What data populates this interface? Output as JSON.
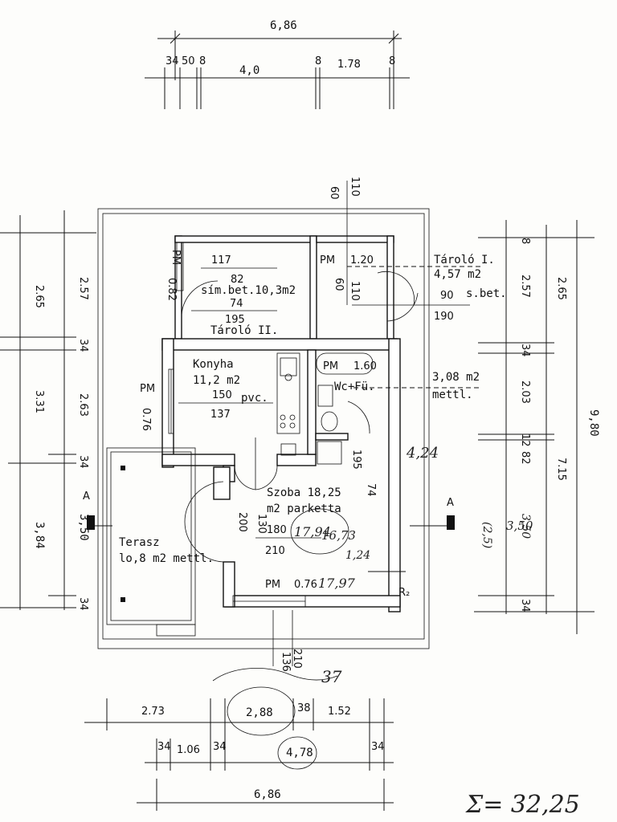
{
  "dims_top": {
    "overall": "6,86",
    "s1": "34",
    "s2": "50",
    "s3": "8",
    "s4": "4,0",
    "s5": "8",
    "s6": "1.78",
    "s7": "8"
  },
  "dims_left": {
    "a1": "2.65",
    "a2": "3.31",
    "a3": "3,84",
    "b1": "2.57",
    "b2": "34",
    "b3": "2.63",
    "b4": "34",
    "b5": "3,50",
    "b6": "34"
  },
  "dims_right": {
    "c1": "8",
    "c2": "2.57",
    "c3": "34",
    "c4": "2.03",
    "c5": "12",
    "c6": "82",
    "c7": "3,50",
    "c8": "34",
    "d1": "2.65",
    "d2": "7.15",
    "d3": "9,80"
  },
  "dims_bottom": {
    "r1a": "2.73",
    "r1b": "2,88",
    "r1c": "38",
    "r1d": "1.52",
    "r2a": "34",
    "r2b": "1.06",
    "r2c": "34",
    "r2d": "4,78",
    "r2e": "34",
    "overall": "6,86"
  },
  "openings": {
    "top_60": "60",
    "top_110": "110",
    "bot_136": "136",
    "bot_210": "210",
    "pm_082": "0.82",
    "pm_076_left": "0.76",
    "pm_120": "1.20",
    "pm_160": "1.60",
    "pm_076_bottom": "0.76",
    "d117": "117",
    "d82": "82",
    "d74": "74",
    "d195": "195",
    "d60": "60",
    "d110": "110",
    "d90": "90",
    "d190": "190",
    "d150": "150",
    "d137": "137",
    "d200": "200",
    "d130": "130",
    "d180": "180",
    "d210": "210",
    "d74b": "74",
    "d195b": "195"
  },
  "rooms": {
    "tarolo2_area": "sím.bet.10,3m2",
    "tarolo2_name": "Tároló II.",
    "tarolo1_name": "Tároló I.",
    "tarolo1_area": "4,57 m2",
    "tarolo1_floor": "s.bet.",
    "konyha_name": "Konyha",
    "konyha_area": "11,2 m2",
    "konyha_floor": "pvc.",
    "wc_name": "Wc+Fü.",
    "wc_area": "3,08 m2",
    "wc_floor": "mettl.",
    "szoba_line1": "Szoba 18,25",
    "szoba_line2": "m2 parketta",
    "terasz_name": "Terasz",
    "terasz_area": "lo,8 m2 mettl.",
    "pm": "PM",
    "section_a": "A",
    "r2": "R₂"
  },
  "handwritten": {
    "h1": "4,24",
    "h2": "17,94",
    "h3": "16,73",
    "h4": "1,24",
    "h5": "17,97",
    "h6": "3,50",
    "h7": "(2,5)",
    "h8": "37",
    "total": "Σ= 32,25"
  }
}
